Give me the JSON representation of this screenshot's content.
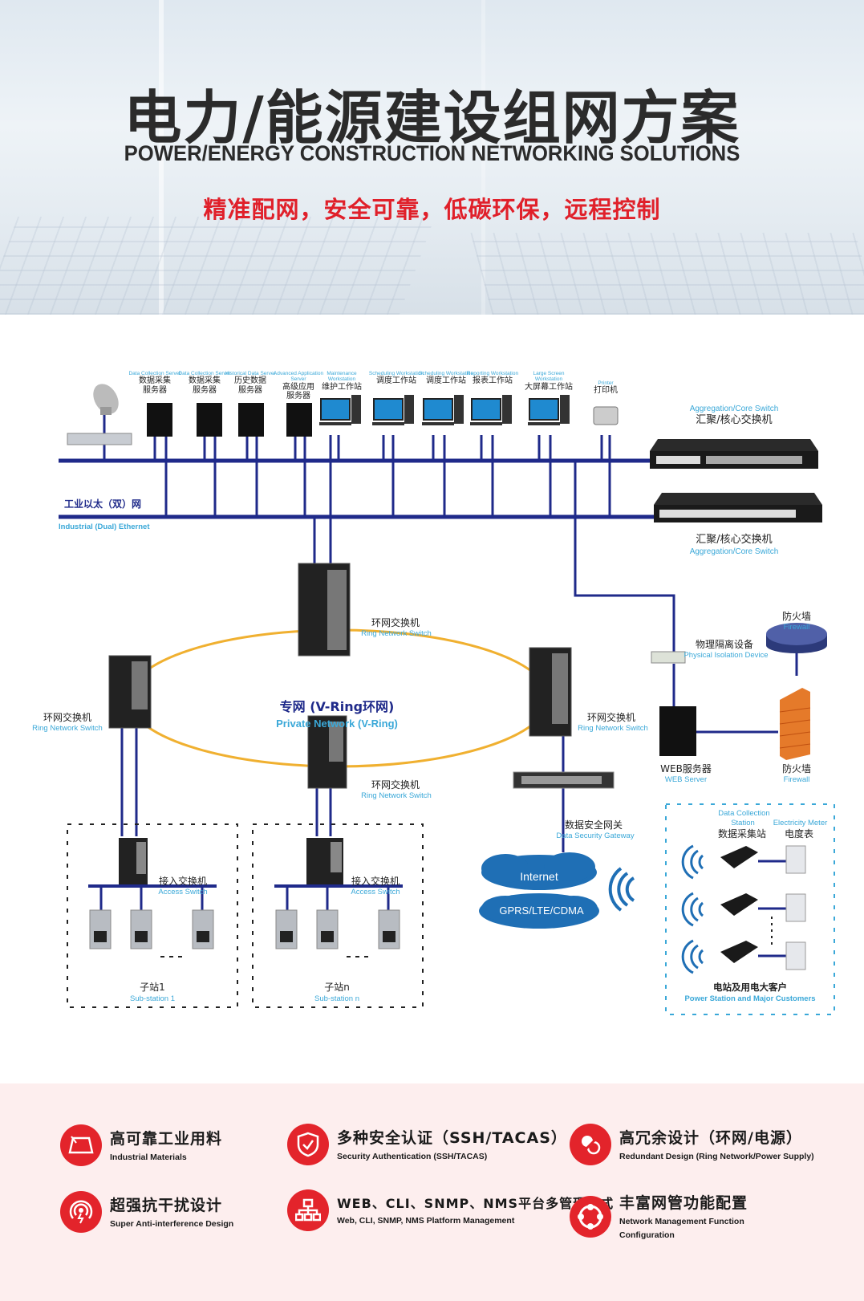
{
  "header": {
    "title_cn": "电力/能源建设组网方案",
    "title_en": "POWER/ENERGY CONSTRUCTION NETWORKING SOLUTIONS",
    "tagline": "精准配网，安全可靠，低碳环保，远程控制"
  },
  "colors": {
    "accent_red": "#e3242b",
    "link_blue": "#1f2a8a",
    "label_cyan": "#3aa8d8",
    "ring_orange": "#f0b030",
    "cloud_blue": "#1f6fb5"
  },
  "top_devices": [
    {
      "en": "Data Collection Server",
      "cn1": "数据采集",
      "cn2": "服务器",
      "type": "server"
    },
    {
      "en": "Data Collection Server",
      "cn1": "数据采集",
      "cn2": "服务器",
      "type": "server"
    },
    {
      "en": "Historical Data Server",
      "cn1": "历史数据",
      "cn2": "服务器",
      "type": "server"
    },
    {
      "en": "Advanced Application Server",
      "cn1": "高级应用",
      "cn2": "服务器",
      "type": "server"
    },
    {
      "en": "Maintenance Workstation",
      "cn1": "维护工作站",
      "cn2": "",
      "type": "workstation"
    },
    {
      "en": "Scheduling Workstation",
      "cn1": "调度工作站",
      "cn2": "",
      "type": "workstation"
    },
    {
      "en": "Scheduling Workstation",
      "cn1": "调度工作站",
      "cn2": "",
      "type": "workstation"
    },
    {
      "en": "Reporting Workstation",
      "cn1": "报表工作站",
      "cn2": "",
      "type": "workstation"
    },
    {
      "en": "Large Screen Workstation",
      "cn1": "大屏幕工作站",
      "cn2": "",
      "type": "workstation"
    },
    {
      "en": "Printer",
      "cn1": "打印机",
      "cn2": "",
      "type": "printer"
    }
  ],
  "core_switch_top": {
    "en": "Aggregation/Core Switch",
    "cn": "汇聚/核心交换机"
  },
  "core_switch_bottom": {
    "cn": "汇聚/核心交换机",
    "en": "Aggregation/Core Switch"
  },
  "ethernet": {
    "cn": "工业以太（双）网",
    "en": "Industrial (Dual) Ethernet"
  },
  "ring": {
    "cn": "专网 (V-Ring环网)",
    "en": "Private Network (V-Ring)"
  },
  "ring_switches": [
    {
      "cn": "环网交换机",
      "en": "Ring Network Switch"
    },
    {
      "cn": "环网交换机",
      "en": "Ring Network Switch"
    },
    {
      "cn": "环网交换机",
      "en": "Ring Network Switch"
    },
    {
      "cn": "环网交换机",
      "en": "Ring Network Switch"
    }
  ],
  "isolation": {
    "cn": "物理隔离设备",
    "en": "Physical Isolation Device"
  },
  "firewall_top": {
    "cn": "防火墙",
    "en": "Firewall"
  },
  "firewall_bottom": {
    "cn": "防火墙",
    "en": "Firewall"
  },
  "web_server": {
    "cn": "WEB服务器",
    "en": "WEB Server"
  },
  "gateway": {
    "cn": "数据安全网关",
    "en": "Data Security Gateway"
  },
  "cloud": {
    "top": "Internet",
    "bottom": "GPRS/LTE/CDMA"
  },
  "substations": [
    {
      "switch_cn": "接入交换机",
      "switch_en": "Access Switch",
      "cn": "子站1",
      "en": "Sub-station 1"
    },
    {
      "switch_cn": "接入交换机",
      "switch_en": "Access Switch",
      "cn": "子站n",
      "en": "Sub-station n"
    }
  ],
  "customers": {
    "station_en1": "Data Collection",
    "station_en2": "Station",
    "meter_en": "Electricity Meter",
    "station_cn": "数据采集站",
    "meter_cn": "电度表",
    "title_cn": "电站及用电大客户",
    "title_en": "Power Station and Major Customers"
  },
  "features": [
    {
      "icon": "industrial-materials-icon",
      "cn": "高可靠工业用料",
      "en": "Industrial Materials"
    },
    {
      "icon": "shield-check-icon",
      "cn": "多种安全认证（SSH/TACAS）",
      "en": "Security Authentication (SSH/TACAS)"
    },
    {
      "icon": "redundant-plug-icon",
      "cn": "高冗余设计（环网/电源）",
      "en": "Redundant Design (Ring Network/Power Supply)"
    },
    {
      "icon": "anti-interference-icon",
      "cn": "超强抗干扰设计",
      "en": "Super Anti-interference Design"
    },
    {
      "icon": "network-topology-icon",
      "cn": "WEB、CLI、SNMP、NMS平台多管理方式",
      "en": "Web, CLI, SNMP, NMS Platform Management"
    },
    {
      "icon": "lifebuoy-icon",
      "cn": "丰富网管功能配置",
      "en": "Network Management Function Configuration"
    }
  ]
}
